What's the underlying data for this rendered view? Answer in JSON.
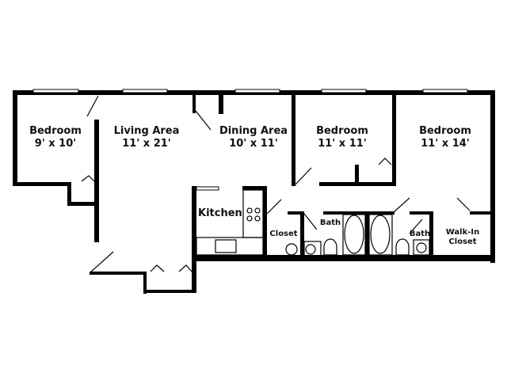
{
  "floorplan": {
    "rooms": [
      {
        "name": "Bedroom",
        "size": "9' x 10'"
      },
      {
        "name": "Living Area",
        "size": "11' x 21'"
      },
      {
        "name": "Dining Area",
        "size": "10' x 11'"
      },
      {
        "name": "Bedroom",
        "size": "11' x 11'"
      },
      {
        "name": "Bedroom",
        "size": "11' x 14'"
      },
      {
        "name": "Kitchen"
      },
      {
        "name": "Closet"
      },
      {
        "name": "Bath"
      },
      {
        "name": "Bath"
      },
      {
        "name": "Walk-In",
        "line2": "Closet"
      }
    ],
    "colors": {
      "wall": "#000000",
      "background": "#ffffff"
    }
  }
}
